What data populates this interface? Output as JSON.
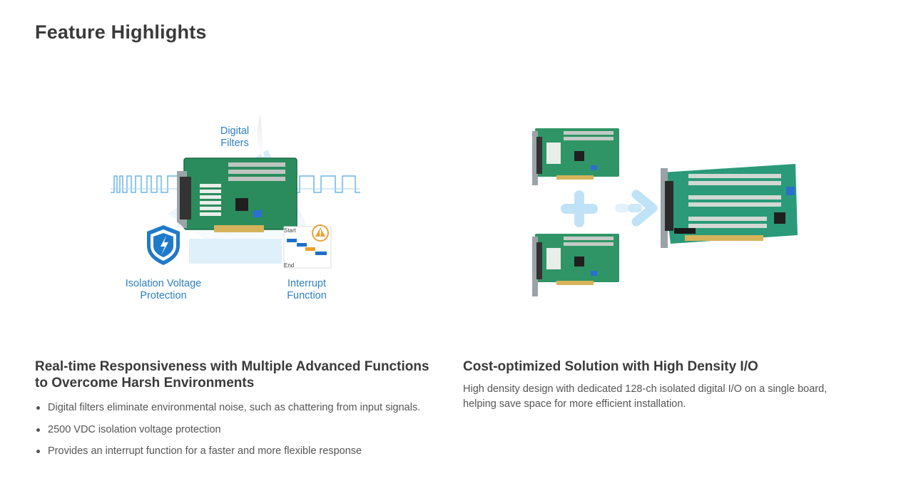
{
  "page": {
    "title": "Feature Highlights"
  },
  "figure_left": {
    "labels": {
      "digital_filters_line1": "Digital",
      "digital_filters_line2": "Filters",
      "isolation_line1": "Isolation Voltage",
      "isolation_line2": "Protection",
      "interrupt_line1": "Interrupt",
      "interrupt_line2": "Function",
      "timeline_start": "Start",
      "timeline_end": "End"
    }
  },
  "sections": [
    {
      "title_line1": "Real-time Responsiveness with Multiple Advanced Functions",
      "title_line2": "to Overcome Harsh Environments",
      "bullets": [
        "Digital filters eliminate environmental noise, such as chattering from input signals.",
        "2500 VDC isolation voltage protection",
        "Provides an interrupt function for a faster and more flexible response"
      ]
    },
    {
      "title": "Cost-optimized Solution with High Density I/O",
      "description_line1": "High density design with dedicated 128-ch isolated digital I/O on a single board,",
      "description_line2": "helping save space for more efficient installation."
    }
  ],
  "colors": {
    "heading": "#3a3a3a",
    "body_text": "#555555",
    "label_blue": "#2f7fc3",
    "board_green": "#2a8c5c",
    "light_blue": "#cbe6f6"
  },
  "icons": [
    "shield-icon",
    "warning-icon",
    "plus-icon",
    "arrow-right-icon"
  ]
}
